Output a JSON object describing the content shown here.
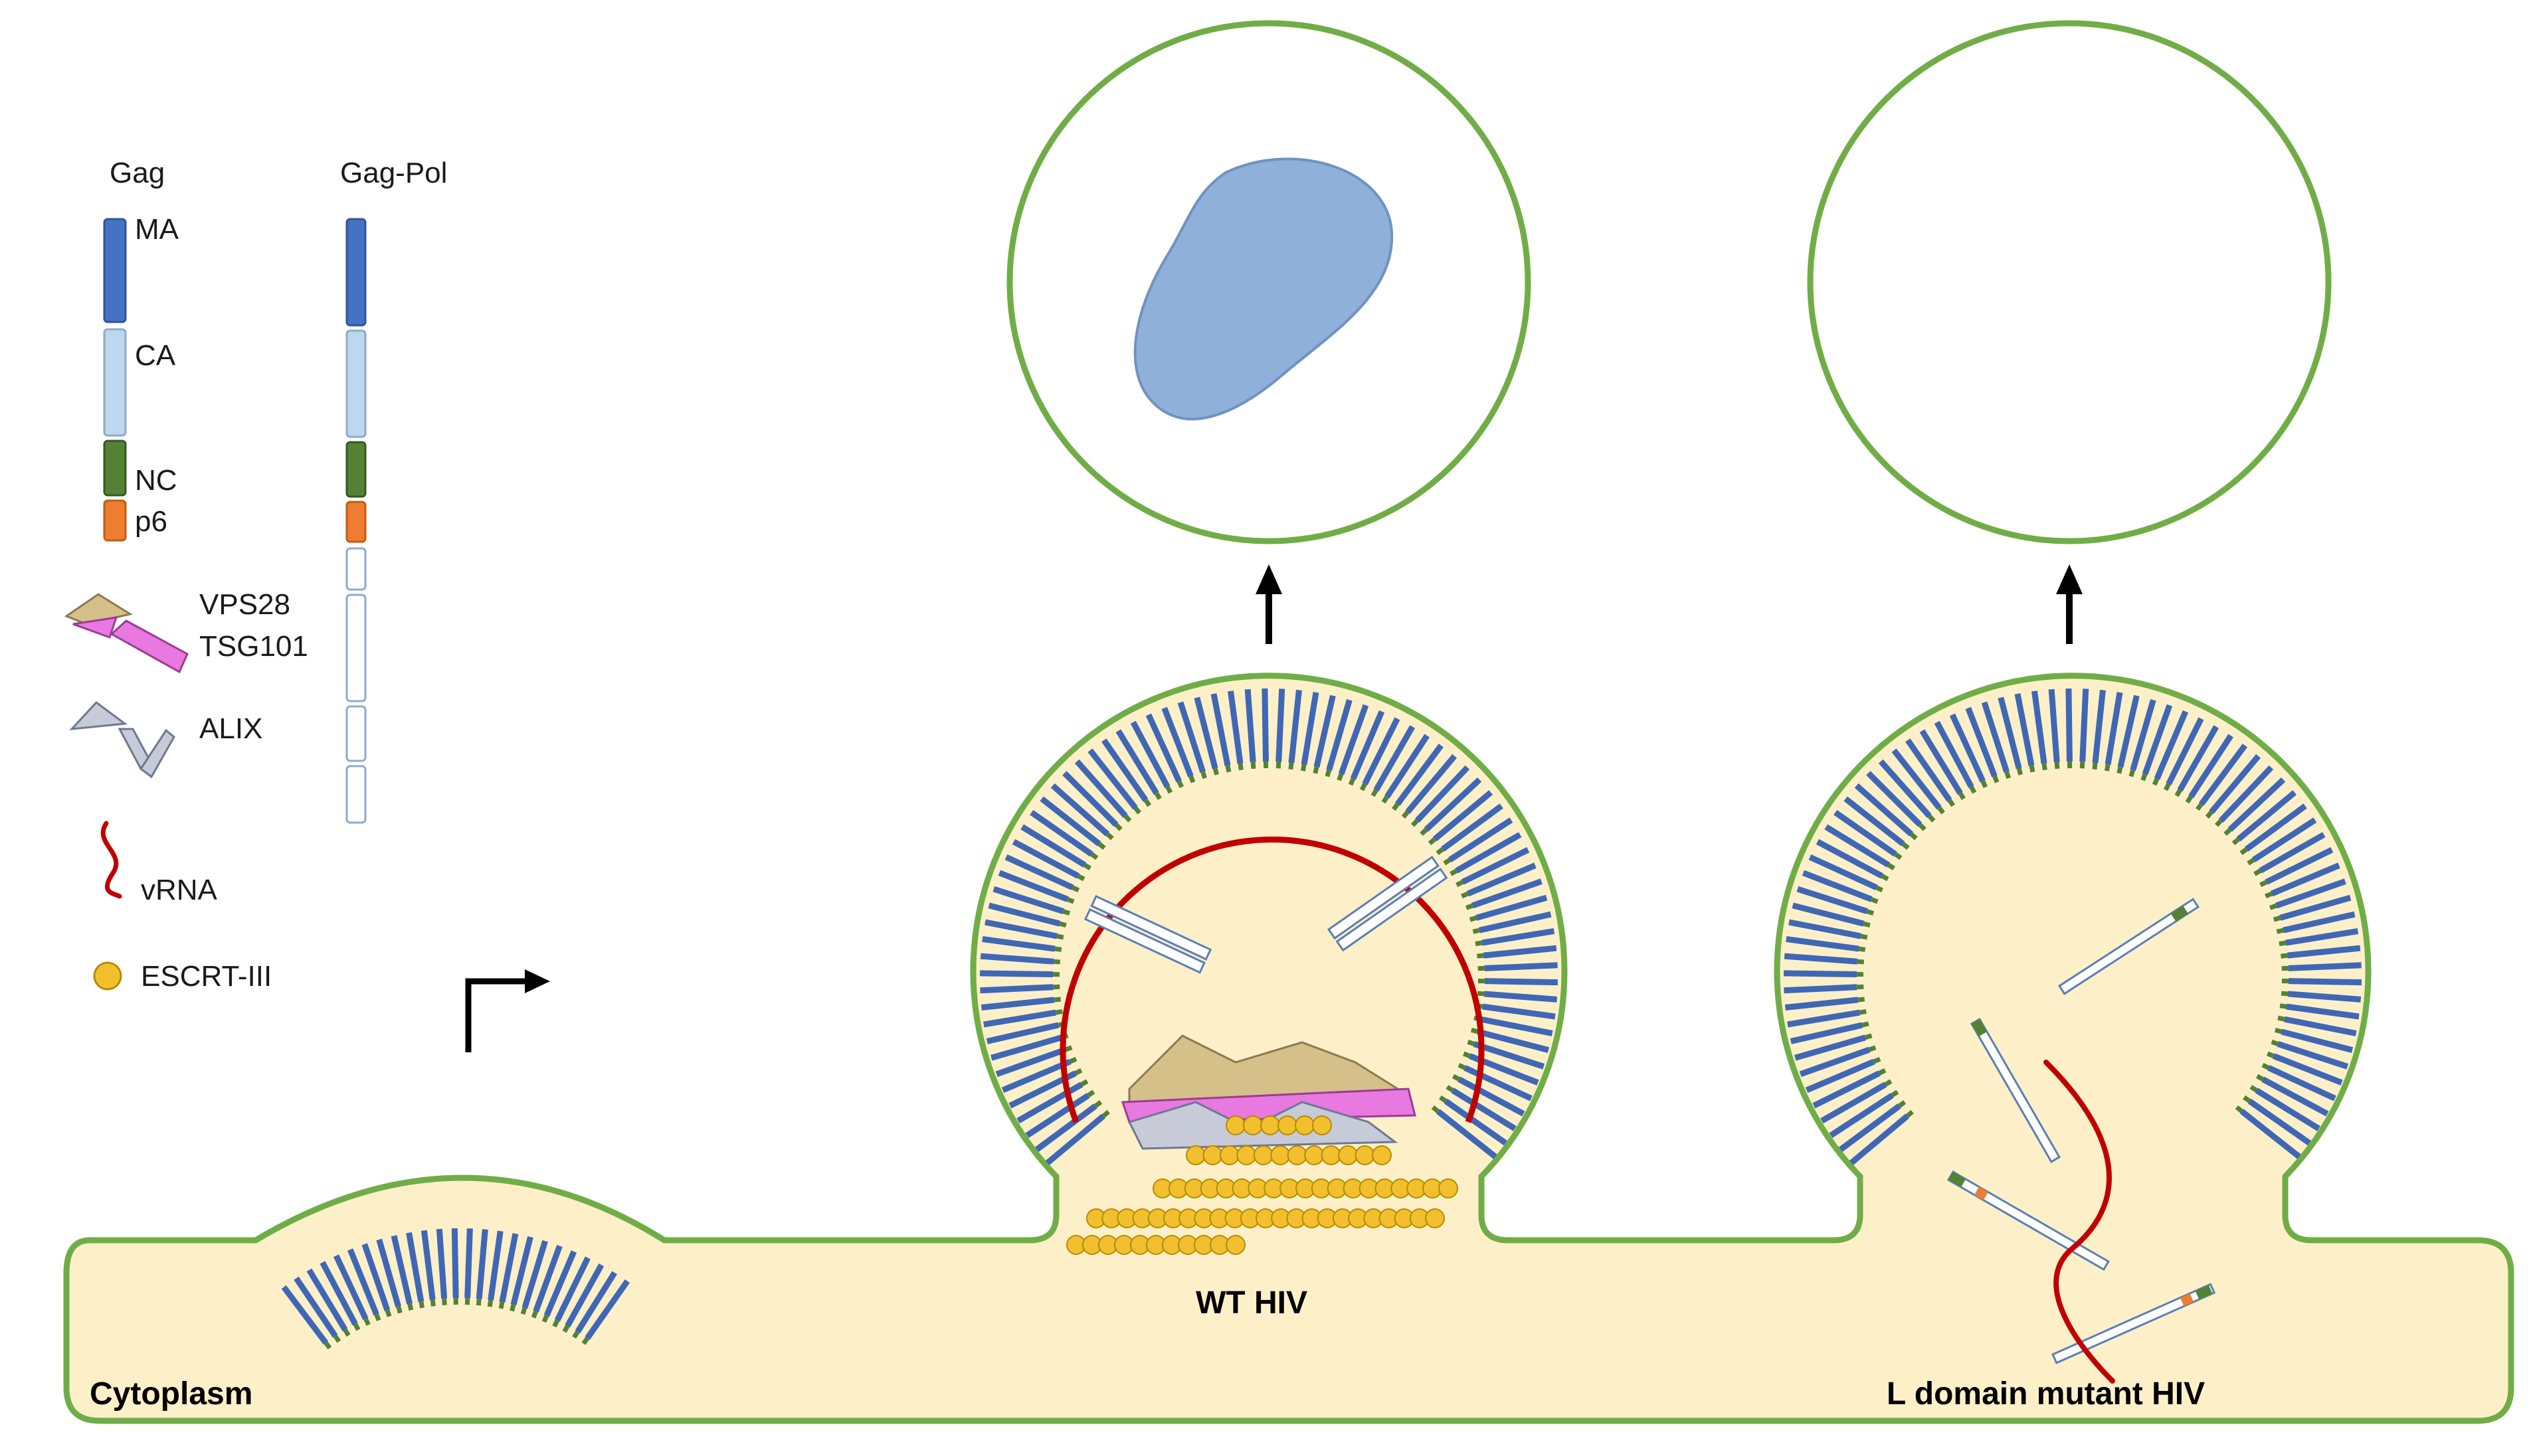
{
  "legend": {
    "gag_header": "Gag",
    "gagpol_header": "Gag-Pol",
    "domains": [
      {
        "label": "MA",
        "color": "#4472c4"
      },
      {
        "label": "CA",
        "color": "#bdd7ee"
      },
      {
        "label": "NC",
        "color": "#548235"
      },
      {
        "label": "p6",
        "color": "#ed7d31"
      }
    ],
    "proteins": [
      {
        "label": "VPS28",
        "color": "#d6c08a"
      },
      {
        "label": "TSG101",
        "color": "#e879e0"
      },
      {
        "label": "ALIX",
        "color": "#c7cbd8"
      },
      {
        "label": "vRNA",
        "color": "#c00000"
      },
      {
        "label": "ESCRT-III",
        "color": "#f2c02e"
      }
    ]
  },
  "labels": {
    "cytoplasm": "Cytoplasm",
    "wt": "WT HIV",
    "mutant": "L domain mutant HIV"
  },
  "colors": {
    "membrane": "#70ad47",
    "cytoplasm": "#fdf0c8",
    "gag_ma": "#4472c4",
    "gag_ma_dark": "#2f5597",
    "capsid": "#8fb0d8",
    "arrow": "#000000"
  }
}
